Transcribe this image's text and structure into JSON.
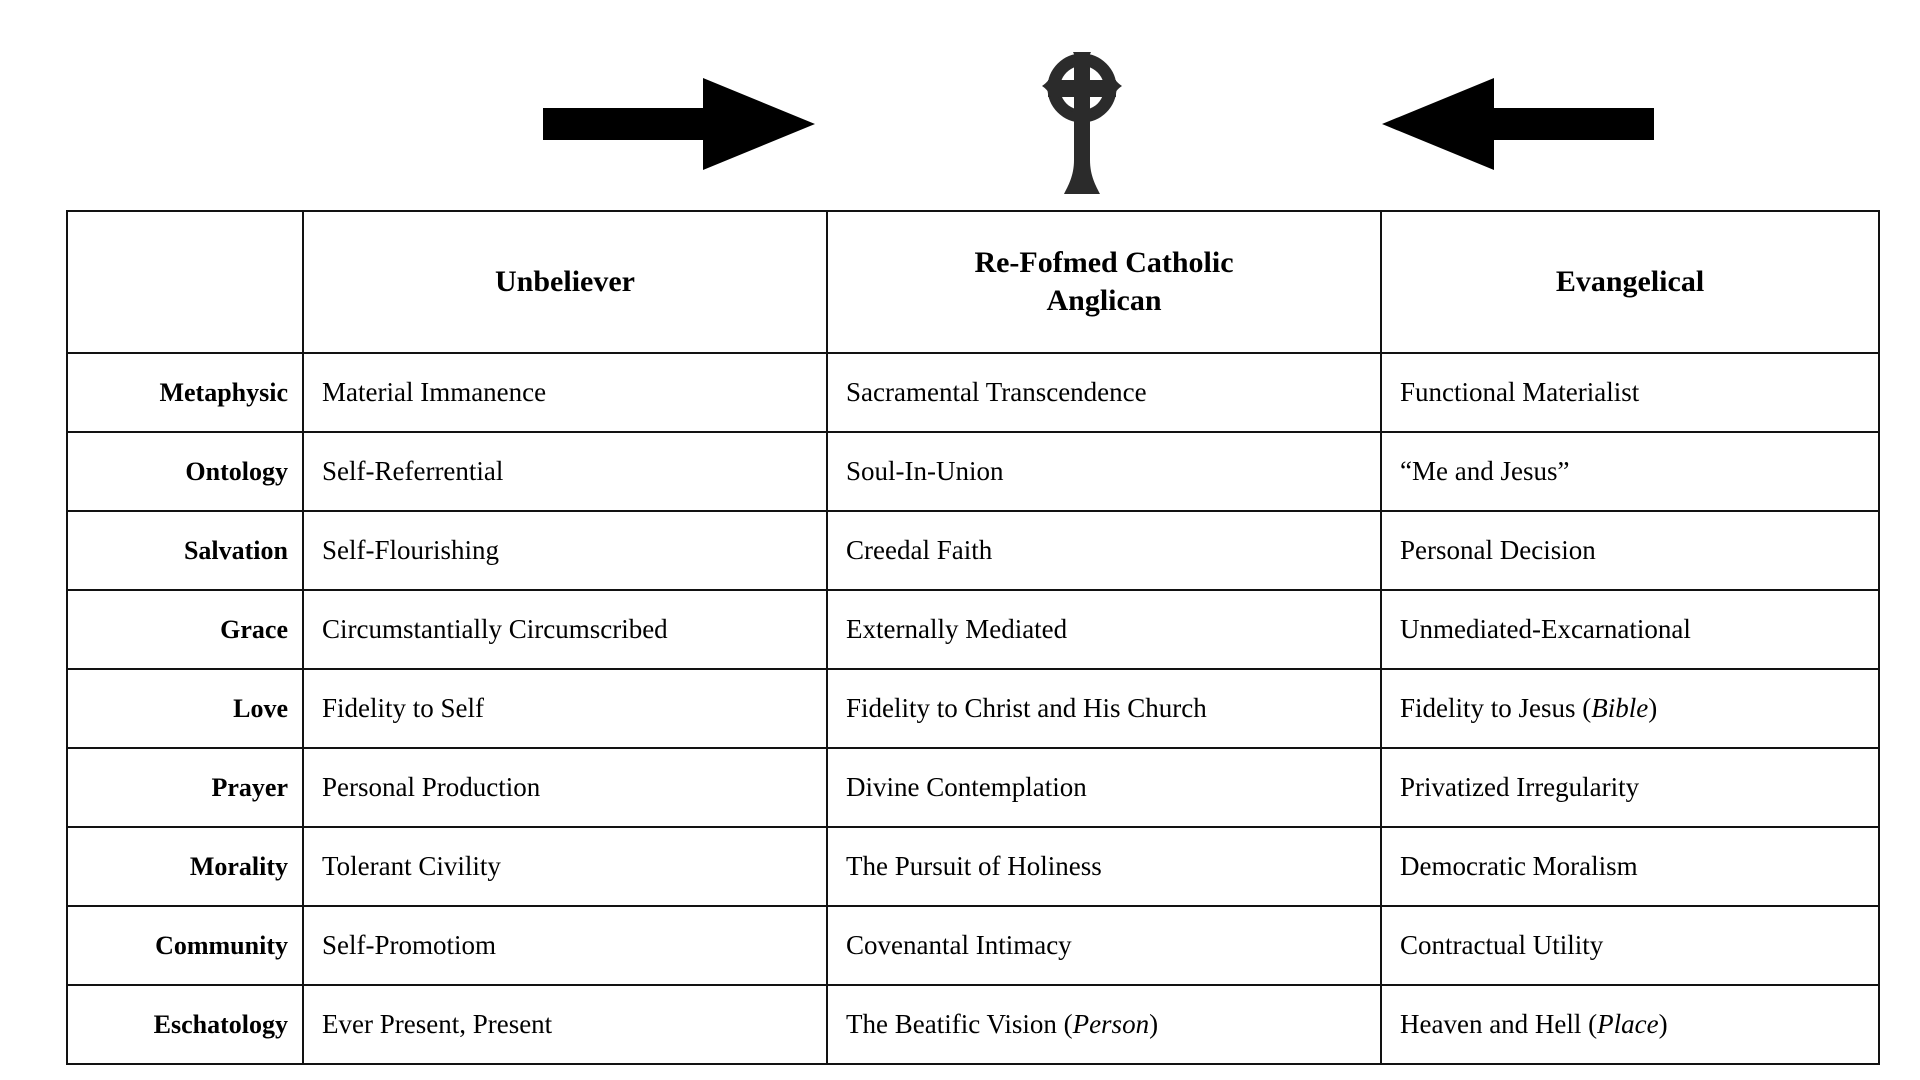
{
  "symbols": {
    "left_arrow_label": "arrow-pointing-right",
    "right_arrow_label": "arrow-pointing-left",
    "center_symbol_label": "celtic-cross"
  },
  "table": {
    "corner_header": "",
    "column_headers": [
      {
        "line1": "Unbeliever",
        "line2": ""
      },
      {
        "line1": "Re-Fofmed Catholic",
        "line2": "Anglican"
      },
      {
        "line1": "Evangelical",
        "line2": ""
      }
    ],
    "rows": [
      {
        "label": "Metaphysic",
        "unbeliever": "Material Immanence",
        "anglican": "Sacramental Transcendence",
        "evangelical": "Functional Materialist"
      },
      {
        "label": "Ontology",
        "unbeliever": "Self-Referrential",
        "anglican": "Soul-In-Union",
        "evangelical": "“Me and Jesus”"
      },
      {
        "label": "Salvation",
        "unbeliever": "Self-Flourishing",
        "anglican": "Creedal Faith",
        "evangelical": "Personal Decision"
      },
      {
        "label": "Grace",
        "unbeliever": "Circumstantially Circumscribed",
        "anglican": "Externally Mediated",
        "evangelical": "Unmediated-Excarnational"
      },
      {
        "label": "Love",
        "unbeliever": "Fidelity to Self",
        "anglican": "Fidelity to Christ and His Church",
        "evangelical_prefix": "Fidelity to Jesus (",
        "evangelical_italic": "Bible",
        "evangelical_suffix": ")"
      },
      {
        "label": "Prayer",
        "unbeliever": "Personal Production",
        "anglican": "Divine Contemplation",
        "evangelical": "Privatized Irregularity"
      },
      {
        "label": "Morality",
        "unbeliever": "Tolerant Civility",
        "anglican": "The Pursuit of Holiness",
        "evangelical": "Democratic Moralism"
      },
      {
        "label": "Community",
        "unbeliever": "Self-Promotiom",
        "anglican": "Covenantal Intimacy",
        "evangelical": "Contractual Utility"
      },
      {
        "label": "Eschatology",
        "unbeliever": "Ever Present, Present",
        "anglican_prefix": "The Beatific Vision (",
        "anglican_italic": "Person",
        "anglican_suffix": ")",
        "evangelical_prefix": "Heaven and Hell (",
        "evangelical_italic": "Place",
        "evangelical_suffix": ")"
      }
    ]
  },
  "colors": {
    "ink": "#121212",
    "background": "#ffffff"
  }
}
